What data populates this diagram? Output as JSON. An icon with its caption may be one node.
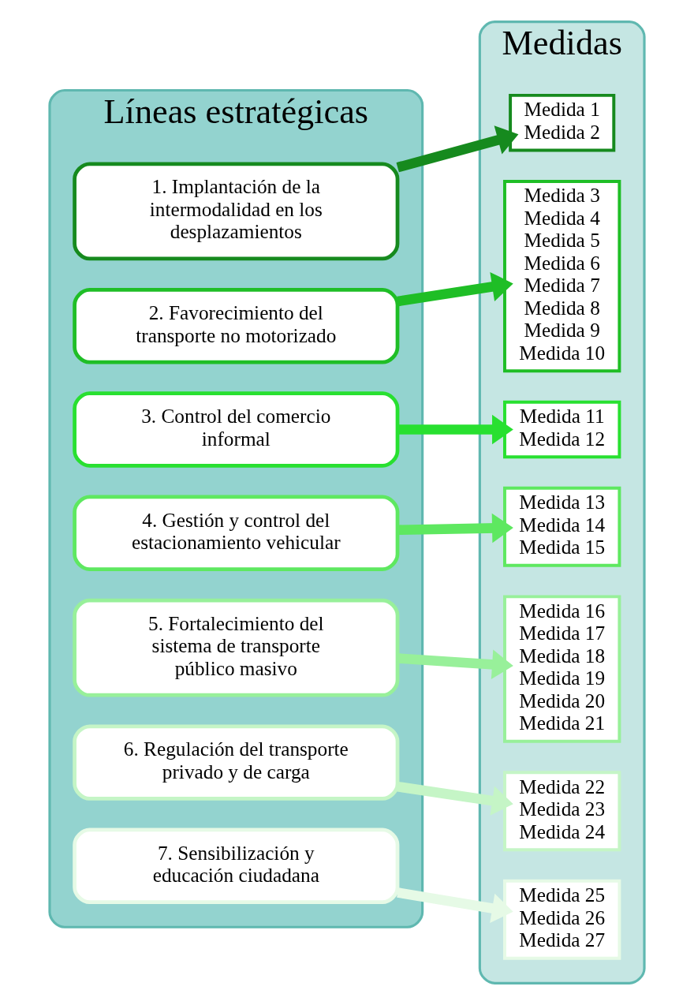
{
  "diagram": {
    "nodes": [
      {
        "text": [
          "Líneas estratégicas"
        ]
      },
      {
        "text": [
          "1. Implantación de la intermodalidad en los desplazamientos"
        ],
        "in": 0
      },
      {
        "text": [
          "2. Favorecimiento del transporte no motorizado"
        ],
        "in": 0
      },
      {
        "text": [
          "3. Control del comercio informal"
        ],
        "in": 0
      },
      {
        "text": [
          "4. Gestión y control del estacionamiento vehicular"
        ],
        "in": 0
      },
      {
        "text": [
          "5. Fortalecimiento del sistema de transporte público masivo"
        ],
        "in": 0
      },
      {
        "text": [
          "6. Regulación del transporte privado y de carga"
        ],
        "in": 0
      },
      {
        "text": [
          "7. Sensibilización y educación ciudadana"
        ],
        "in": 0
      },
      {
        "text": [
          "Medidas"
        ]
      },
      {
        "text": [
          "Medida 1",
          "Medida 2"
        ],
        "in": 8
      },
      {
        "text": [
          "Medida 3",
          "Medida 4",
          "Medida 5",
          "Medida 6",
          "Medida 7",
          "Medida 8",
          "Medida 9",
          "Medida 10"
        ],
        "in": 8
      },
      {
        "text": [
          "Medida 11",
          "Medida 12"
        ],
        "in": 8
      },
      {
        "text": [
          "Medida 13",
          "Medida 14",
          "Medida 15"
        ],
        "in": 8
      },
      {
        "text": [
          "Medida 16",
          "Medida 17",
          "Medida 18",
          "Medida 19",
          "Medida 20",
          "Medida 21"
        ],
        "in": 8
      },
      {
        "text": [
          "Medida 22",
          "Medida 23",
          "Medida 24"
        ],
        "in": 8
      },
      {
        "text": [
          "Medida 25",
          "Medida 26",
          "Medida 27"
        ],
        "in": 8
      }
    ],
    "edges": [
      {
        "from": 1,
        "to": 9,
        "arrow": "to",
        "color": "#168a1e"
      },
      {
        "from": 2,
        "to": 10,
        "arrow": "to",
        "color": "#1fbe26"
      },
      {
        "from": 3,
        "to": 11,
        "arrow": "to",
        "color": "#28e030"
      },
      {
        "from": 4,
        "to": 12,
        "arrow": "to",
        "color": "#5ee860"
      },
      {
        "from": 5,
        "to": 13,
        "arrow": "to",
        "color": "#98f09a"
      },
      {
        "from": 6,
        "to": 14,
        "arrow": "to",
        "color": "#c5f5c6"
      },
      {
        "from": 7,
        "to": 15,
        "arrow": "to",
        "color": "#e6fae6"
      }
    ]
  }
}
